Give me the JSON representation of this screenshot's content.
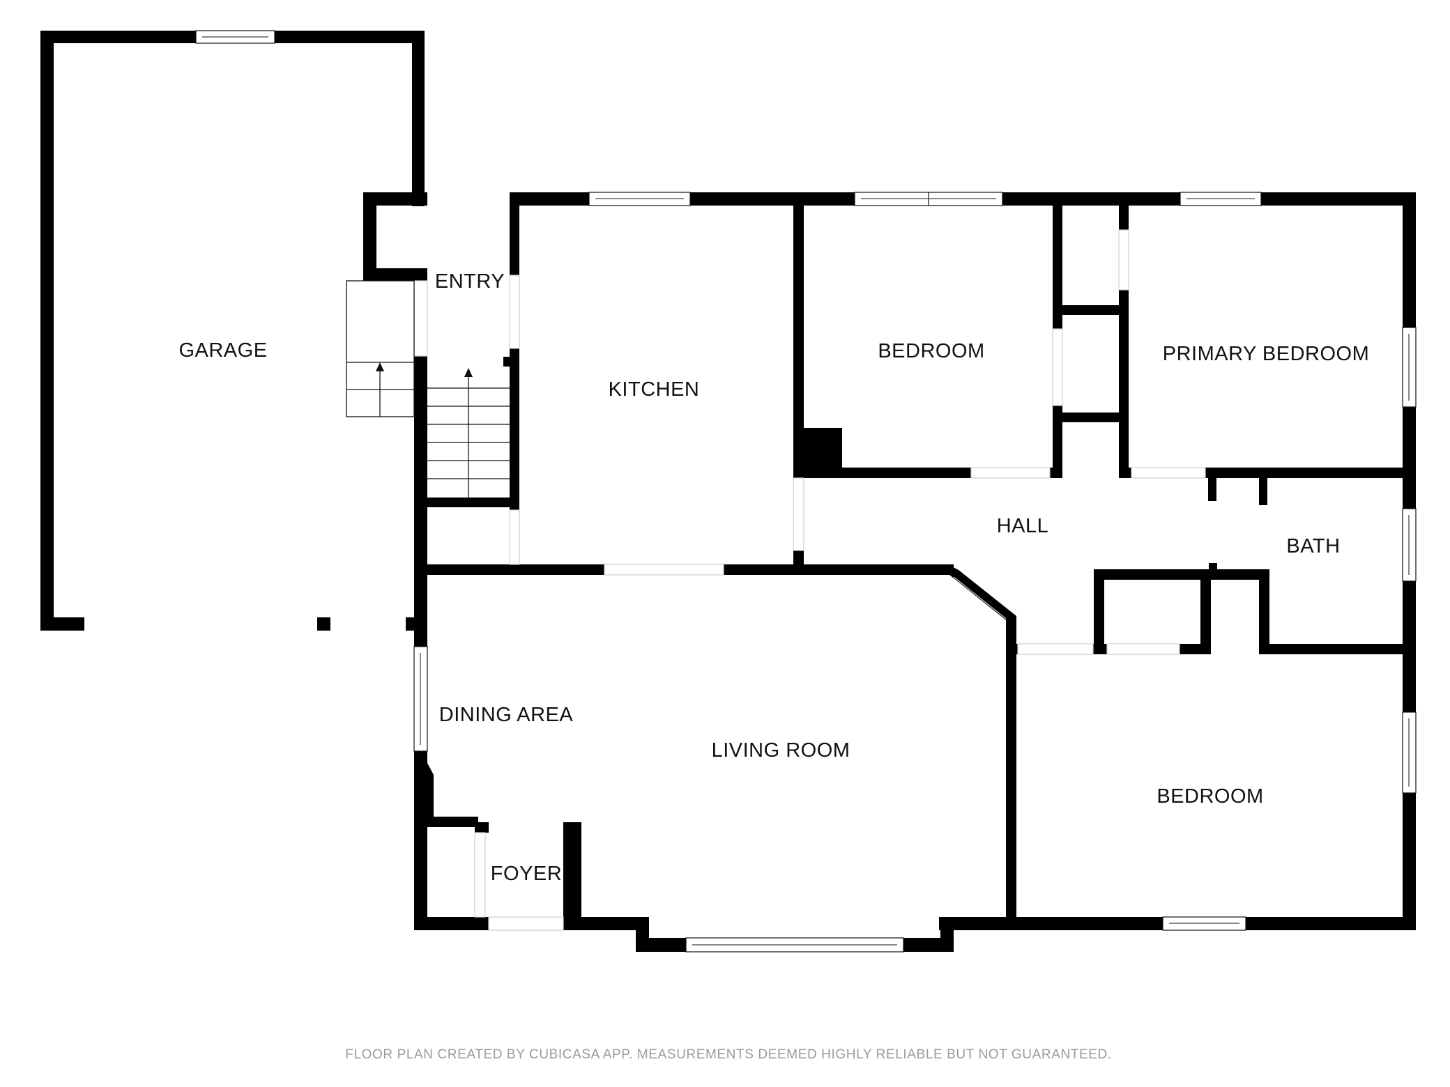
{
  "rooms": {
    "garage": "GARAGE",
    "entry": "ENTRY",
    "kitchen": "KITCHEN",
    "bedroom_upper": "BEDROOM",
    "primary_bedroom": "PRIMARY BEDROOM",
    "hall": "HALL",
    "bath": "BATH",
    "dining_area": "DINING AREA",
    "living_room": "LIVING ROOM",
    "foyer": "FOYER",
    "bedroom_lower": "BEDROOM"
  },
  "footer": {
    "note": "FLOOR PLAN CREATED BY CUBICASA APP. MEASUREMENTS DEEMED HIGHLY RELIABLE BUT NOT GUARANTEED."
  },
  "colors": {
    "wall": "#000000",
    "background": "#ffffff",
    "label": "#111111",
    "footer_text": "#9a9a9a"
  }
}
